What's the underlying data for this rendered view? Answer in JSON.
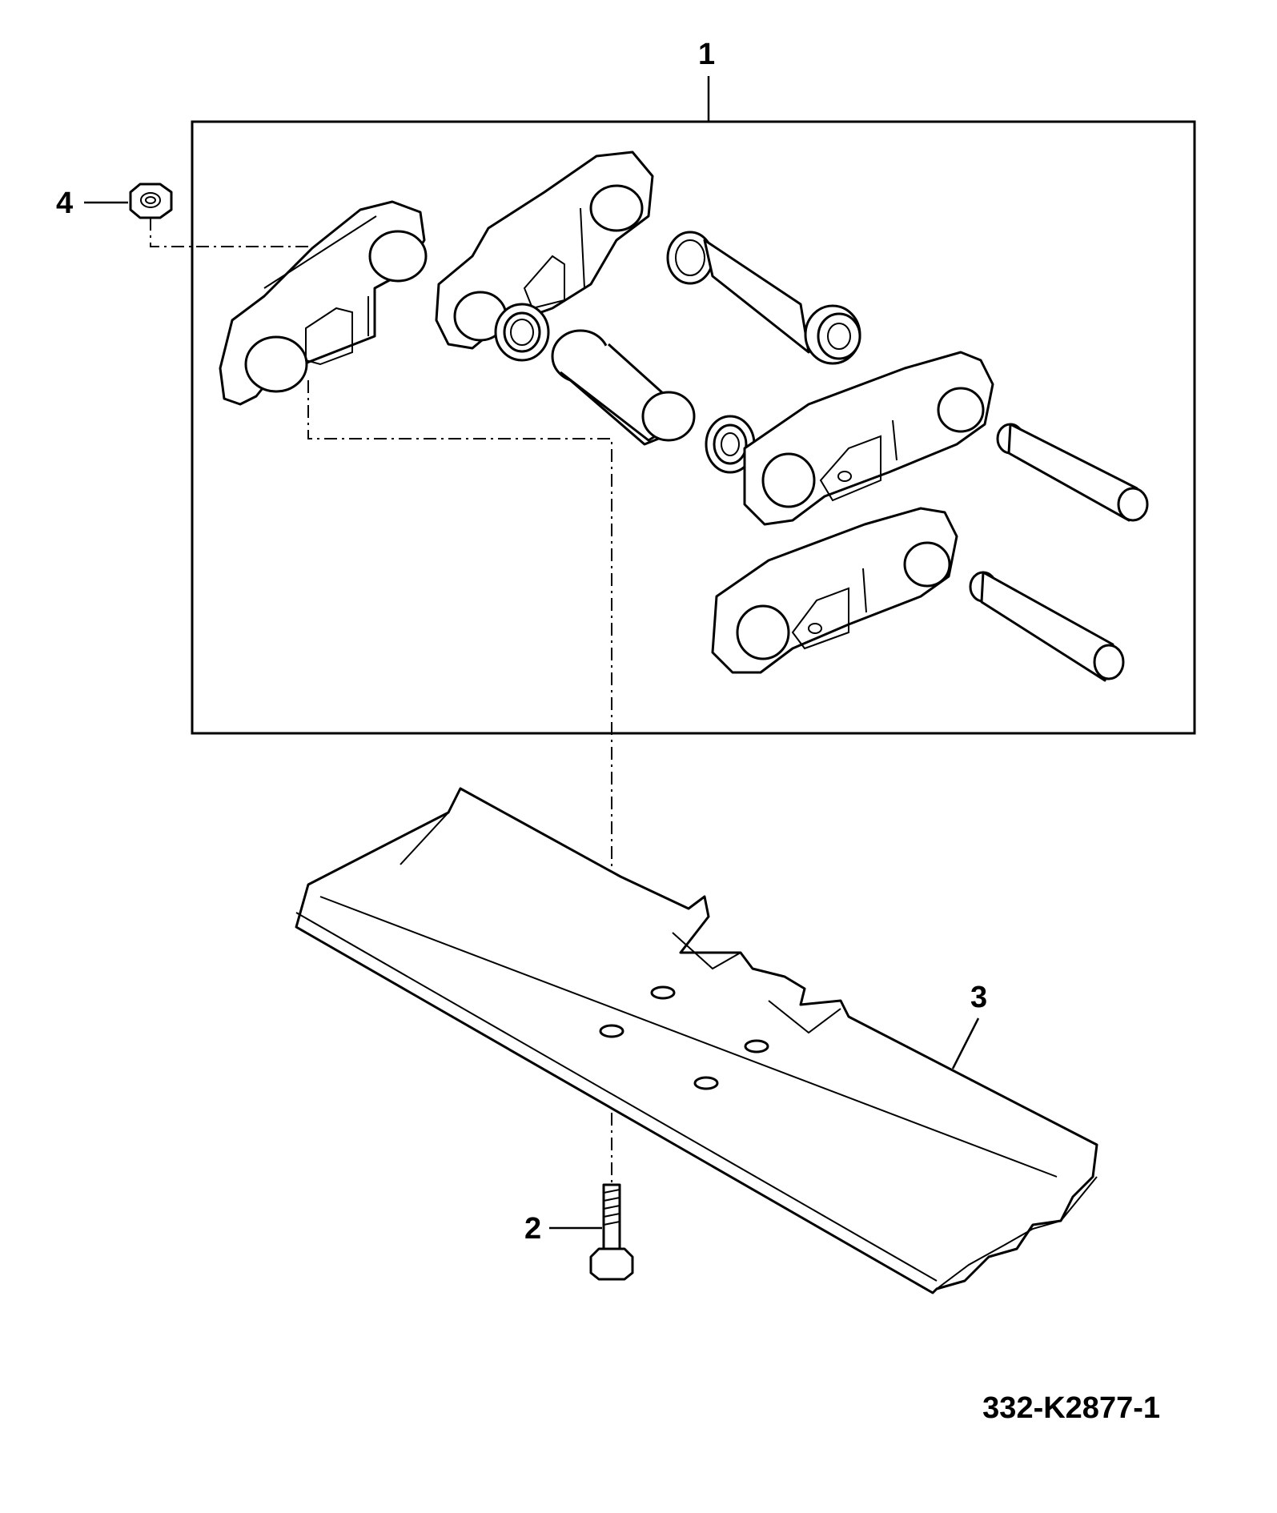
{
  "callouts": {
    "item1": "1",
    "item2": "2",
    "item3": "3",
    "item4": "4"
  },
  "drawing_number": "332-K2877-1"
}
